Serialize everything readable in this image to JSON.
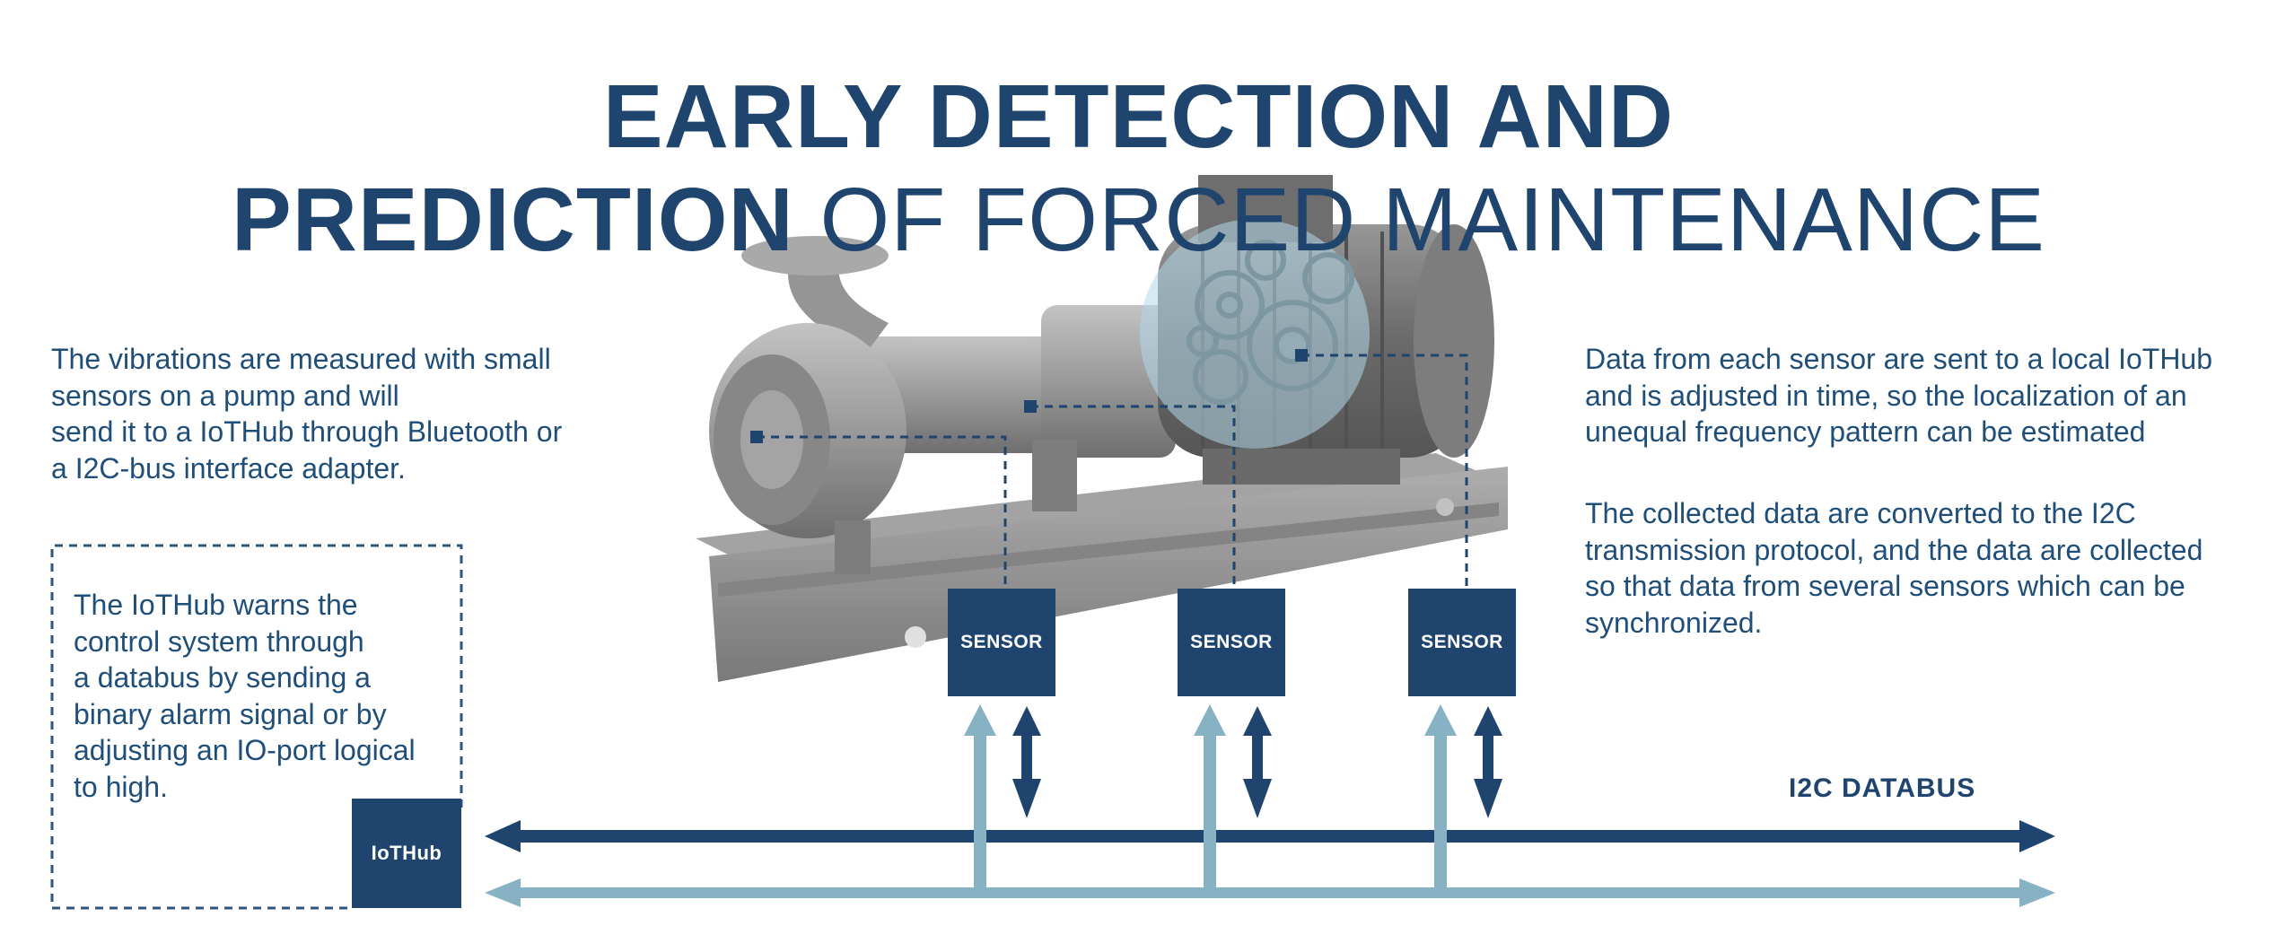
{
  "title": {
    "line1": "EARLY DETECTION AND",
    "line2_bold": "PREDICTION",
    "line2_light": " OF FORCED MAINTENANCE"
  },
  "left_text": [
    "The vibrations are measured with small",
    "sensors on a pump and will",
    "send it to a IoTHub through Bluetooth or",
    "a I2C-bus interface adapter."
  ],
  "iothub_text": [
    "The IoTHub warns the",
    "control system through",
    "a databus by sending a",
    "binary alarm signal or by",
    "adjusting an IO-port logical",
    "to high."
  ],
  "right_text_1": [
    "Data from each sensor are sent to a local IoTHub",
    "and is adjusted in time, so the localization of an",
    "unequal frequency pattern can be estimated"
  ],
  "right_text_2": [
    "The collected data are converted to the I2C",
    "transmission protocol, and the data are collected",
    "so that data from several sensors which can be",
    "synchronized."
  ],
  "iothub_label": "IoTHub",
  "sensors": [
    "SENSOR",
    "SENSOR",
    "SENSOR"
  ],
  "databus_label": "I2C DATABUS",
  "colors": {
    "navy": "#1f456e",
    "light_blue": "#86b2c4",
    "pump_gray": "#8a8a8a",
    "highlight": "#a9d4e6"
  },
  "icons": [
    "pump-illustration",
    "gears-icon",
    "double-arrow-icon"
  ]
}
